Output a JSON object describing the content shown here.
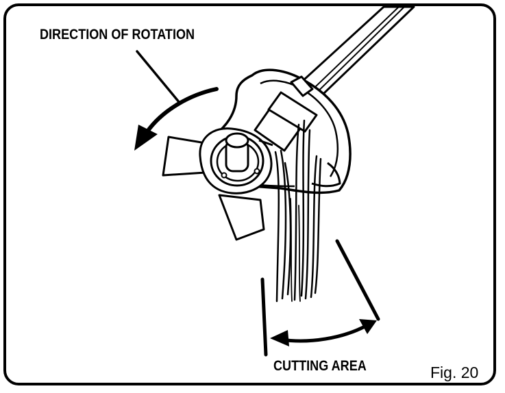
{
  "labels": {
    "direction": "DIRECTION OF ROTATION",
    "cutting_area": "CUTTING AREA",
    "figure": "Fig. 20"
  },
  "colors": {
    "ink": "#000000",
    "paper": "#ffffff"
  }
}
